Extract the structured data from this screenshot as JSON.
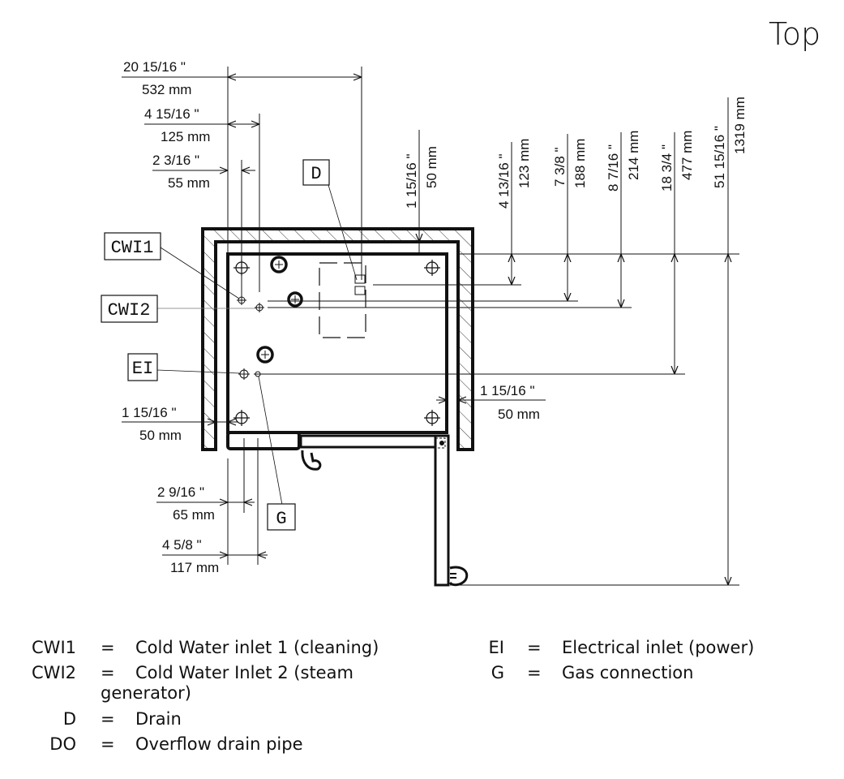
{
  "view_title": "Top",
  "tags": {
    "d": "D",
    "cwi1": "CWI1",
    "cwi2": "CWI2",
    "ei": "EI",
    "g": "G"
  },
  "dimensions": {
    "horizontal_top": [
      {
        "imperial": "20 15/16 \"",
        "metric": "532 mm"
      },
      {
        "imperial": "4 15/16 \"",
        "metric": "125 mm"
      },
      {
        "imperial": "2 3/16 \"",
        "metric": "55 mm"
      }
    ],
    "vertical_right": [
      {
        "imperial": "1 15/16 \"",
        "metric": "50 mm"
      },
      {
        "imperial": "4 13/16 \"",
        "metric": "123 mm"
      },
      {
        "imperial": "7 3/8 \"",
        "metric": "188 mm"
      },
      {
        "imperial": "8 7/16 \"",
        "metric": "214 mm"
      },
      {
        "imperial": "18 3/4 \"",
        "metric": "477 mm"
      },
      {
        "imperial": "51 15/16 \"",
        "metric": "1319 mm"
      }
    ],
    "left_wall_gap": {
      "imperial": "1 15/16 \"",
      "metric": "50 mm"
    },
    "right_wall_gap": {
      "imperial": "1 15/16 \"",
      "metric": "50 mm"
    },
    "horizontal_bottom": [
      {
        "imperial": "2 9/16 \"",
        "metric": "65 mm"
      },
      {
        "imperial": "4 5/8 \"",
        "metric": "117 mm"
      }
    ]
  },
  "legend": {
    "left": [
      {
        "code": "CWI1",
        "eq": "=",
        "desc": "Cold Water inlet 1 (cleaning)"
      },
      {
        "code": "CWI2",
        "eq": "=",
        "desc": "Cold Water Inlet 2 (steam",
        "desc_cont": "generator)"
      },
      {
        "code": "D",
        "eq": "=",
        "desc": "Drain"
      },
      {
        "code": "DO",
        "eq": "=",
        "desc": "Overflow drain pipe"
      }
    ],
    "right": [
      {
        "code": "EI",
        "eq": "=",
        "desc": "Electrical inlet (power)"
      },
      {
        "code": "G",
        "eq": "=",
        "desc": "Gas connection"
      }
    ]
  }
}
